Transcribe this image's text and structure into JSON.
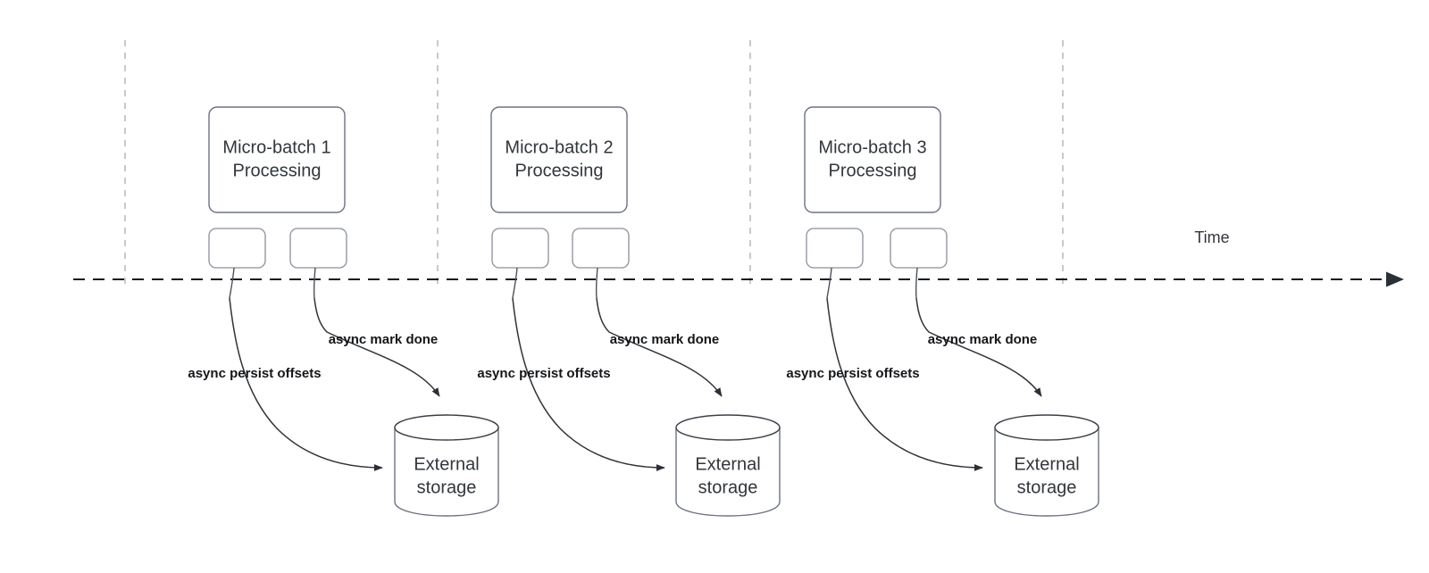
{
  "diagram": {
    "title": "Micro-batch processing timeline with async offset persistence",
    "background_color": "#ffffff",
    "shape_stroke_color": "#6b7280",
    "text_color": "#32363c",
    "label_color": "#141619",
    "timeline_color": "#15181d",
    "divider_color": "#b9bcc0",
    "timeline": {
      "axis_label": "Time",
      "arrow_icon": "arrow-right-icon"
    },
    "groups": [
      {
        "id": "micro-batch-1",
        "batch_label_line1": "Micro-batch 1",
        "batch_label_line2": "Processing",
        "task_boxes": [
          "",
          ""
        ],
        "storage_label_line1": "External",
        "storage_label_line2": "storage",
        "edges": [
          {
            "id": "persist-1",
            "label": "async persist offsets"
          },
          {
            "id": "mark-1",
            "label": "async mark done"
          }
        ]
      },
      {
        "id": "micro-batch-2",
        "batch_label_line1": "Micro-batch 2",
        "batch_label_line2": "Processing",
        "task_boxes": [
          "",
          ""
        ],
        "storage_label_line1": "External",
        "storage_label_line2": "storage",
        "edges": [
          {
            "id": "persist-2",
            "label": "async persist offsets"
          },
          {
            "id": "mark-2",
            "label": "async mark done"
          }
        ]
      },
      {
        "id": "micro-batch-3",
        "batch_label_line1": "Micro-batch 3",
        "batch_label_line2": "Processing",
        "task_boxes": [
          "",
          ""
        ],
        "storage_label_line1": "External",
        "storage_label_line2": "storage",
        "edges": [
          {
            "id": "persist-3",
            "label": "async persist offsets"
          },
          {
            "id": "mark-3",
            "label": "async mark done"
          }
        ]
      }
    ]
  }
}
